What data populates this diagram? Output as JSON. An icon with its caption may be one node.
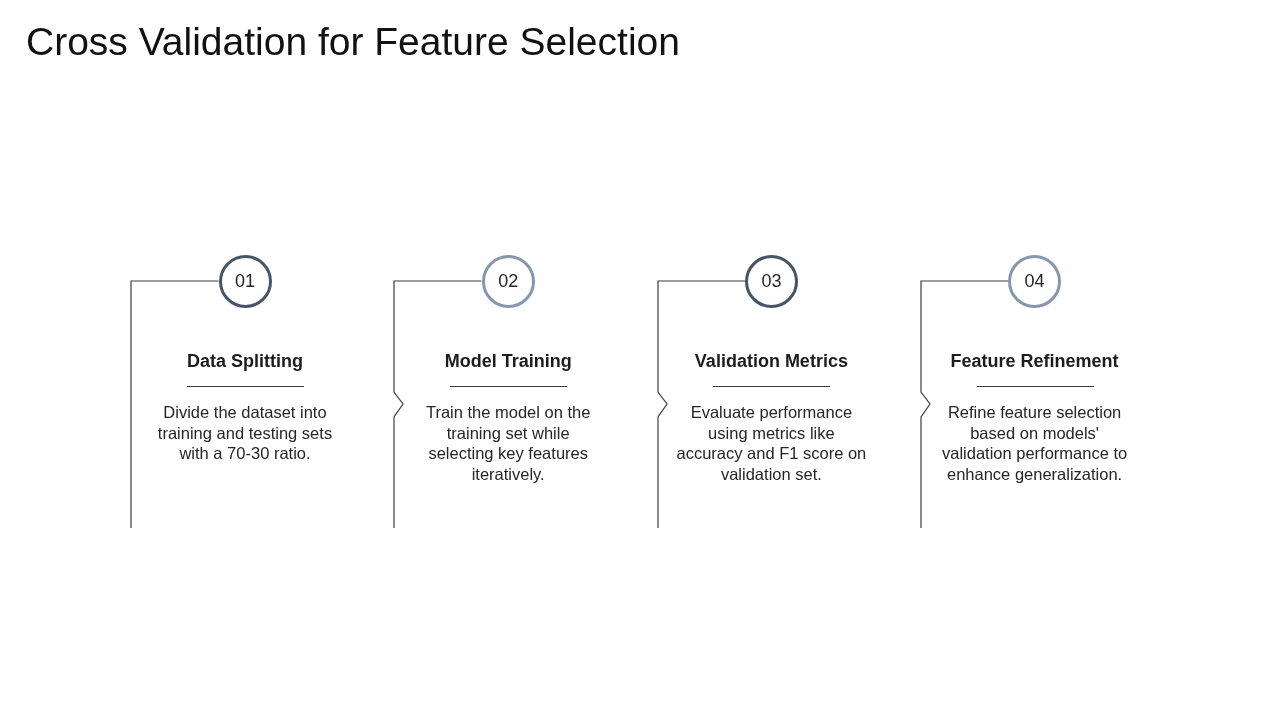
{
  "diagram": {
    "title": "Cross Validation for Feature Selection",
    "nodes": [
      {
        "text": [
          "01"
        ],
        "beside": [
          "Data Splitting",
          "Divide the dataset into training and testing sets with a 70-30 ratio."
        ]
      },
      {
        "text": [
          "02"
        ],
        "beside": [
          "Model Training",
          "Train the model on the training set while selecting key features iteratively."
        ]
      },
      {
        "text": [
          "03"
        ],
        "beside": [
          "Validation Metrics",
          "Evaluate performance using metrics like accuracy and F1 score on validation set."
        ]
      },
      {
        "text": [
          "04"
        ],
        "beside": [
          "Feature Refinement",
          "Refine feature selection based on models' validation performance to enhance generalization."
        ]
      }
    ]
  }
}
